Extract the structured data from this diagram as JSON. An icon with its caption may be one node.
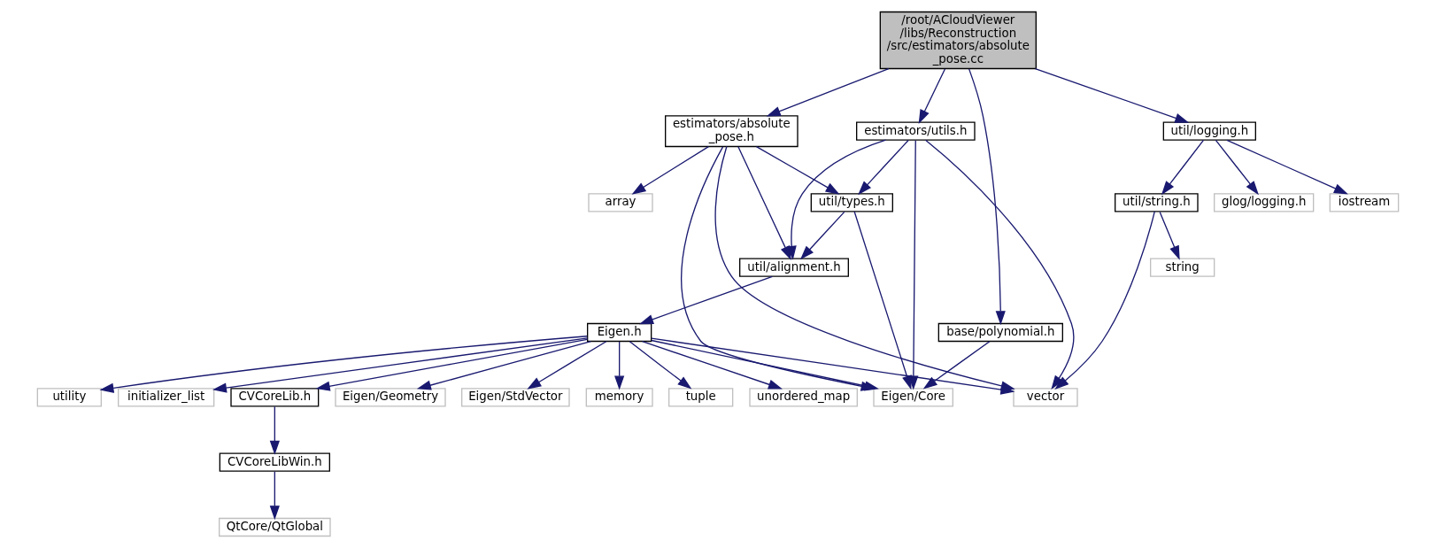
{
  "diagram": {
    "nodes": [
      {
        "text": [
          "/root/ACloudViewer /libs/Reconstruction /src/estimators/absolute _pose.cc"
        ]
      },
      {
        "text": [
          "estimators/absolute _pose.h"
        ]
      },
      {
        "text": [
          "estimators/utils.h"
        ]
      },
      {
        "text": [
          "util/logging.h"
        ]
      },
      {
        "text": [
          "array"
        ]
      },
      {
        "text": [
          "util/types.h"
        ]
      },
      {
        "text": [
          "util/string.h"
        ]
      },
      {
        "text": [
          "glog/logging.h"
        ]
      },
      {
        "text": [
          "iostream"
        ]
      },
      {
        "text": [
          "util/alignment.h"
        ]
      },
      {
        "text": [
          "string"
        ]
      },
      {
        "text": [
          "base/polynomial.h"
        ]
      },
      {
        "text": [
          "Eigen.h"
        ]
      },
      {
        "text": [
          "Eigen/StdVector"
        ]
      },
      {
        "text": [
          "memory"
        ]
      },
      {
        "text": [
          "tuple"
        ]
      },
      {
        "text": [
          "unordered_map"
        ]
      },
      {
        "text": [
          "utility"
        ]
      },
      {
        "text": [
          "initializer_list"
        ]
      },
      {
        "text": [
          "CVCoreLib.h"
        ]
      },
      {
        "text": [
          "Eigen/Geometry"
        ]
      },
      {
        "text": [
          "Eigen/Core"
        ]
      },
      {
        "text": [
          "vector"
        ]
      },
      {
        "text": [
          "CVCoreLibWin.h"
        ]
      },
      {
        "text": [
          "QtCore/QtGlobal"
        ]
      }
    ],
    "edges": [
      {
        "from": 0,
        "to": 1,
        "arrow": "to"
      },
      {
        "from": 0,
        "to": 2,
        "arrow": "to"
      },
      {
        "from": 0,
        "to": 11,
        "arrow": "to"
      },
      {
        "from": 0,
        "to": 3,
        "arrow": "to"
      },
      {
        "from": 1,
        "to": 4,
        "arrow": "to"
      },
      {
        "from": 1,
        "to": 5,
        "arrow": "to"
      },
      {
        "from": 1,
        "to": 9,
        "arrow": "to"
      },
      {
        "from": 1,
        "to": 21,
        "arrow": "to"
      },
      {
        "from": 1,
        "to": 22,
        "arrow": "to"
      },
      {
        "from": 2,
        "to": 9,
        "arrow": "to"
      },
      {
        "from": 2,
        "to": 5,
        "arrow": "to"
      },
      {
        "from": 2,
        "to": 21,
        "arrow": "to"
      },
      {
        "from": 2,
        "to": 22,
        "arrow": "to"
      },
      {
        "from": 5,
        "to": 9,
        "arrow": "to"
      },
      {
        "from": 5,
        "to": 21,
        "arrow": "to"
      },
      {
        "from": 9,
        "to": 12,
        "arrow": "to"
      },
      {
        "from": 3,
        "to": 6,
        "arrow": "to"
      },
      {
        "from": 3,
        "to": 7,
        "arrow": "to"
      },
      {
        "from": 3,
        "to": 8,
        "arrow": "to"
      },
      {
        "from": 6,
        "to": 10,
        "arrow": "to"
      },
      {
        "from": 6,
        "to": 22,
        "arrow": "to"
      },
      {
        "from": 11,
        "to": 21,
        "arrow": "to"
      },
      {
        "from": 12,
        "to": 13,
        "arrow": "to"
      },
      {
        "from": 12,
        "to": 14,
        "arrow": "to"
      },
      {
        "from": 12,
        "to": 15,
        "arrow": "to"
      },
      {
        "from": 12,
        "to": 16,
        "arrow": "to"
      },
      {
        "from": 12,
        "to": 17,
        "arrow": "to"
      },
      {
        "from": 12,
        "to": 18,
        "arrow": "to"
      },
      {
        "from": 12,
        "to": 19,
        "arrow": "to"
      },
      {
        "from": 12,
        "to": 20,
        "arrow": "to"
      },
      {
        "from": 12,
        "to": 21,
        "arrow": "to"
      },
      {
        "from": 12,
        "to": 22,
        "arrow": "to"
      },
      {
        "from": 19,
        "to": 23,
        "arrow": "to"
      },
      {
        "from": 23,
        "to": 24,
        "arrow": "to"
      }
    ]
  }
}
